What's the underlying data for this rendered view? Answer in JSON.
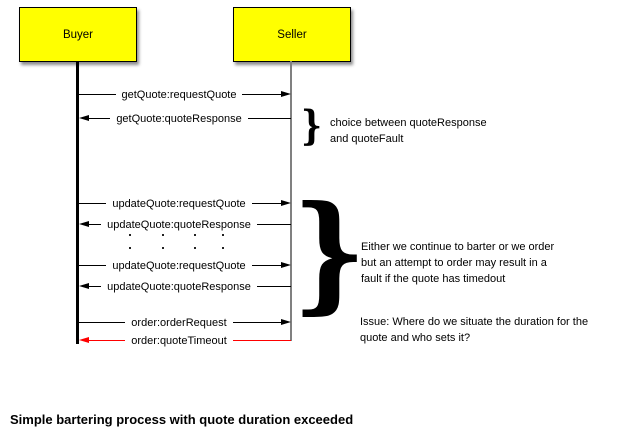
{
  "diagram": {
    "actors": {
      "buyer": "Buyer",
      "seller": "Seller"
    },
    "messages": [
      {
        "label": "getQuote:requestQuote",
        "direction": "right",
        "color": "#000000"
      },
      {
        "label": "getQuote:quoteResponse",
        "direction": "left",
        "color": "#000000"
      },
      {
        "label": "updateQuote:requestQuote",
        "direction": "right",
        "color": "#000000"
      },
      {
        "label": "updateQuote:quoteResponse",
        "direction": "left",
        "color": "#000000"
      },
      {
        "label": "updateQuote:requestQuote",
        "direction": "right",
        "color": "#000000"
      },
      {
        "label": "updateQuote:quoteResponse",
        "direction": "left",
        "color": "#000000"
      },
      {
        "label": "order:orderRequest",
        "direction": "right",
        "color": "#000000"
      },
      {
        "label": "order:quoteTimeout",
        "direction": "left",
        "color": "#FF0000"
      }
    ],
    "braces": {
      "glyph": "}"
    },
    "notes": {
      "choice": {
        "lines": [
          "choice between quoteResponse",
          "and quoteFault"
        ]
      },
      "barter": {
        "lines": [
          "Either we continue to barter or we order",
          "but an attempt to order may result in a",
          "fault if the quote has timedout"
        ]
      },
      "issue": {
        "lines": [
          "Issue: Where do we situate the duration for the",
          "quote and who sets it?"
        ]
      }
    },
    "caption": "Simple bartering process with quote duration exceeded",
    "colors": {
      "actor_fill": "#FFFF00",
      "buyer_lifeline": "#000000",
      "seller_lifeline": "#808080",
      "timeout_arrow": "#FF0000"
    }
  }
}
